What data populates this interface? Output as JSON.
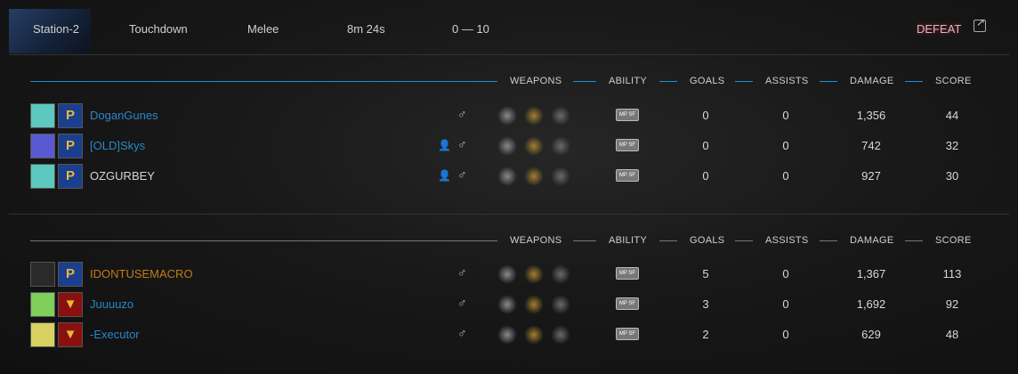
{
  "header": {
    "map": "Station-2",
    "mode": "Touchdown",
    "type": "Melee",
    "duration": "8m 24s",
    "score": "0 — 10",
    "result": "DEFEAT"
  },
  "columns": {
    "weapons": "WEAPONS",
    "ability": "ABILITY",
    "goals": "GOALS",
    "assists": "ASSISTS",
    "damage": "DAMAGE",
    "score": "SCORE"
  },
  "colors": {
    "team1_line": "#1d8ed4",
    "team2_line": "#777777",
    "name_blue": "#2a87c8",
    "name_orange": "#c27a1a",
    "name_white": "#d6d6d6"
  },
  "ability_label": "MP SF",
  "teams": [
    {
      "players": [
        {
          "name": "DoganGunes",
          "color": "blue",
          "party": false,
          "goals": "0",
          "assists": "0",
          "damage": "1,356",
          "score": "44",
          "icon": "#5cc8c0",
          "rank": "blue"
        },
        {
          "name": "[OLD]Skys",
          "color": "blue",
          "party": true,
          "goals": "0",
          "assists": "0",
          "damage": "742",
          "score": "32",
          "icon": "#5a5ad0",
          "rank": "blue"
        },
        {
          "name": "OZGURBEY",
          "color": "white",
          "party": true,
          "goals": "0",
          "assists": "0",
          "damage": "927",
          "score": "30",
          "icon": "#5cc8c0",
          "rank": "blue"
        }
      ]
    },
    {
      "players": [
        {
          "name": "IDONTUSEMACRO",
          "color": "orange",
          "party": false,
          "goals": "5",
          "assists": "0",
          "damage": "1,367",
          "score": "113",
          "icon": "#2a2a2a",
          "rank": "blue"
        },
        {
          "name": "Juuuuzo",
          "color": "blue",
          "party": false,
          "goals": "3",
          "assists": "0",
          "damage": "1,692",
          "score": "92",
          "icon": "#7fcf5a",
          "rank": "red"
        },
        {
          "name": "-Executor",
          "color": "blue",
          "party": false,
          "goals": "2",
          "assists": "0",
          "damage": "629",
          "score": "48",
          "icon": "#d8d060",
          "rank": "red"
        }
      ]
    }
  ]
}
